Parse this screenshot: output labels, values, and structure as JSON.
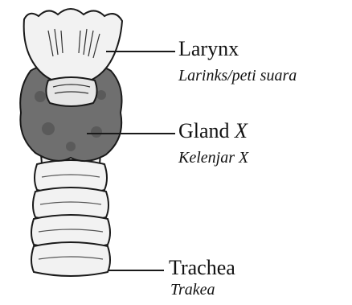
{
  "labels": {
    "larynx": {
      "name": "Larynx",
      "translation": "Larinks/peti suara"
    },
    "gland": {
      "name": "Gland",
      "variable": "X",
      "translation": "Kelenjar X"
    },
    "trachea": {
      "name": "Trachea",
      "translation": "Trakea"
    }
  },
  "colors": {
    "gland_fill": "#6f6f6f",
    "outline": "#1a1a1a",
    "cartilage_fill": "#f2f2f2"
  }
}
